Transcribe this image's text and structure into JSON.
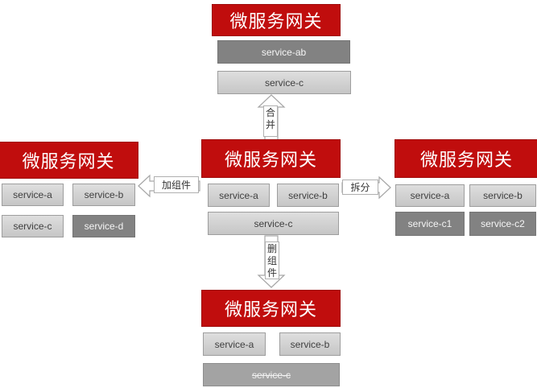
{
  "groups": {
    "top": {
      "gateway": "微服务网关",
      "services": [
        {
          "label": "service-ab"
        },
        {
          "label": "service-c"
        }
      ]
    },
    "left": {
      "gateway": "微服务网关",
      "services": [
        {
          "label": "service-a"
        },
        {
          "label": "service-b"
        },
        {
          "label": "service-c"
        },
        {
          "label": "service-d"
        }
      ]
    },
    "center": {
      "gateway": "微服务网关",
      "services": [
        {
          "label": "service-a"
        },
        {
          "label": "service-b"
        },
        {
          "label": "service-c"
        }
      ]
    },
    "right": {
      "gateway": "微服务网关",
      "services": [
        {
          "label": "service-a"
        },
        {
          "label": "service-b"
        },
        {
          "label": "service-c1"
        },
        {
          "label": "service-c2"
        }
      ]
    },
    "bottom": {
      "gateway": "微服务网关",
      "services": [
        {
          "label": "service-a"
        },
        {
          "label": "service-b"
        },
        {
          "label": "service-c"
        }
      ]
    }
  },
  "arrows": {
    "merge": {
      "label": "合并",
      "direction": "up"
    },
    "add": {
      "label": "加组件",
      "direction": "left"
    },
    "split": {
      "label": "拆分",
      "direction": "right"
    },
    "remove": {
      "label": "删组件",
      "direction": "down"
    }
  },
  "colors": {
    "gateway_red": "#c00d0d",
    "dark_service_gray": "#828282",
    "light_service_gray": "#d6d6d6",
    "struck_service_gray": "#a3a3a3",
    "arrow_outline_gray": "#a6a6a6"
  }
}
